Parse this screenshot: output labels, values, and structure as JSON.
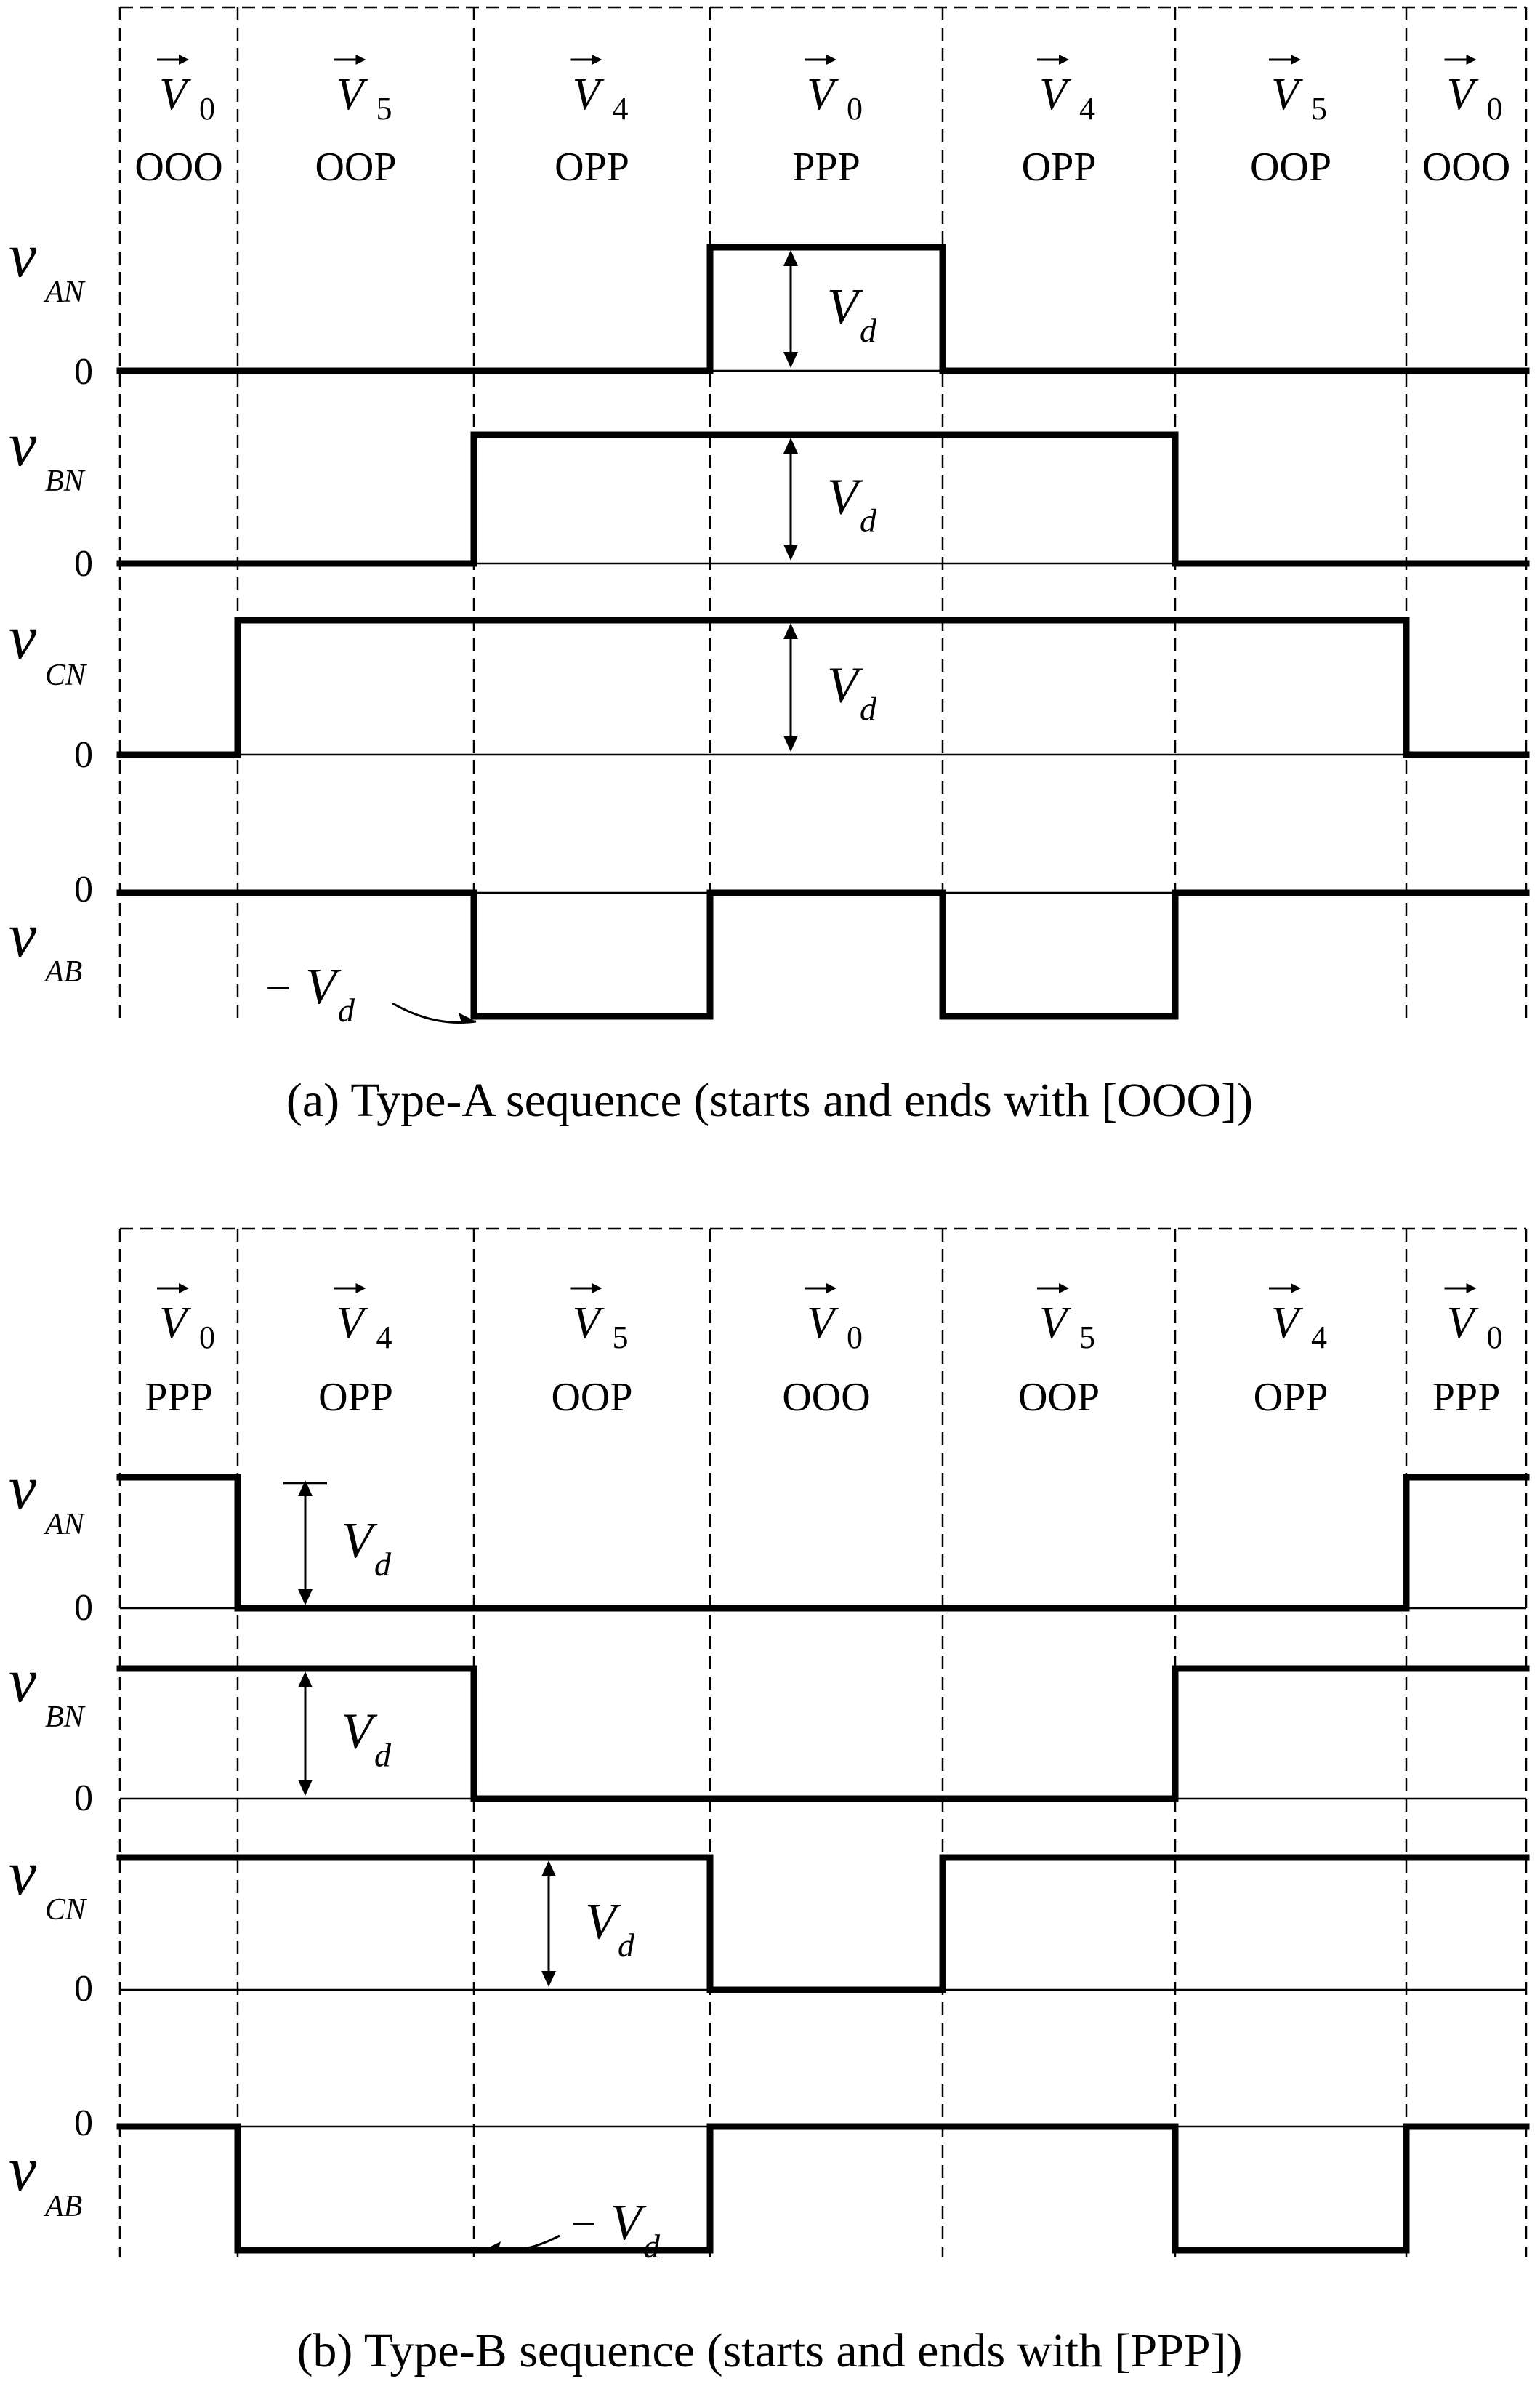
{
  "figure": {
    "panels": [
      {
        "id": "a",
        "caption": "(a)  Type-A sequence (starts and ends with [OOO])",
        "segments": [
          {
            "vector": "V",
            "subscript": "0",
            "state": "OOO"
          },
          {
            "vector": "V",
            "subscript": "5",
            "state": "OOP"
          },
          {
            "vector": "V",
            "subscript": "4",
            "state": "OPP"
          },
          {
            "vector": "V",
            "subscript": "0",
            "state": "PPP"
          },
          {
            "vector": "V",
            "subscript": "4",
            "state": "OPP"
          },
          {
            "vector": "V",
            "subscript": "5",
            "state": "OOP"
          },
          {
            "vector": "V",
            "subscript": "0",
            "state": "OOO"
          }
        ],
        "waveforms": [
          {
            "name": "v",
            "subscript": "AN",
            "zero_label": "0",
            "levels": [
              0,
              0,
              0,
              1,
              0,
              0,
              0
            ]
          },
          {
            "name": "v",
            "subscript": "BN",
            "zero_label": "0",
            "levels": [
              0,
              0,
              1,
              1,
              1,
              0,
              0
            ]
          },
          {
            "name": "v",
            "subscript": "CN",
            "zero_label": "0",
            "levels": [
              0,
              1,
              1,
              1,
              1,
              1,
              0
            ]
          },
          {
            "name": "v",
            "subscript": "AB",
            "zero_label": "0",
            "levels": [
              0,
              0,
              -1,
              0,
              -1,
              0,
              0
            ]
          }
        ],
        "amplitude_label": {
          "main": "V",
          "subscript": "d"
        },
        "negative_label": {
          "sign": "−",
          "main": "V",
          "subscript": "d"
        }
      },
      {
        "id": "b",
        "caption": "(b)  Type-B sequence (starts and ends with [PPP])",
        "segments": [
          {
            "vector": "V",
            "subscript": "0",
            "state": "PPP"
          },
          {
            "vector": "V",
            "subscript": "4",
            "state": "OPP"
          },
          {
            "vector": "V",
            "subscript": "5",
            "state": "OOP"
          },
          {
            "vector": "V",
            "subscript": "0",
            "state": "OOO"
          },
          {
            "vector": "V",
            "subscript": "5",
            "state": "OOP"
          },
          {
            "vector": "V",
            "subscript": "4",
            "state": "OPP"
          },
          {
            "vector": "V",
            "subscript": "0",
            "state": "PPP"
          }
        ],
        "waveforms": [
          {
            "name": "v",
            "subscript": "AN",
            "zero_label": "0",
            "levels": [
              1,
              0,
              0,
              0,
              0,
              0,
              1
            ]
          },
          {
            "name": "v",
            "subscript": "BN",
            "zero_label": "0",
            "levels": [
              1,
              1,
              0,
              0,
              0,
              1,
              1
            ]
          },
          {
            "name": "v",
            "subscript": "CN",
            "zero_label": "0",
            "levels": [
              1,
              1,
              1,
              0,
              1,
              1,
              1
            ]
          },
          {
            "name": "v",
            "subscript": "AB",
            "zero_label": "0",
            "levels": [
              0,
              -1,
              -1,
              0,
              0,
              -1,
              0
            ]
          }
        ],
        "amplitude_label": {
          "main": "V",
          "subscript": "d"
        },
        "negative_label": {
          "sign": "−",
          "main": "V",
          "subscript": "d"
        }
      }
    ]
  }
}
